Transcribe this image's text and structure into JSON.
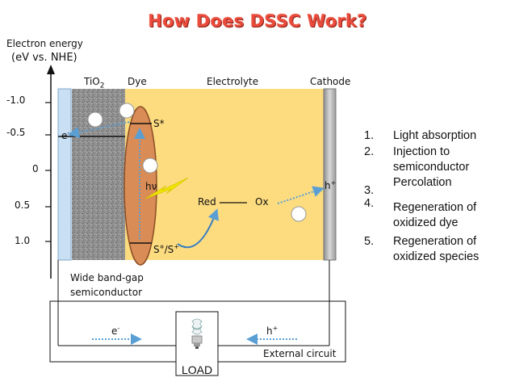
{
  "title": "How Does DSSC Work?",
  "axis": {
    "label_line1": "Electron energy",
    "label_line2": "(eV vs. NHE)",
    "ticks": [
      "-1.0",
      "-0.5",
      "0",
      "0.5",
      "1.0"
    ]
  },
  "columns": {
    "tio2_base": "TiO",
    "tio2_sub": "2",
    "dye": "Dye",
    "electrolyte": "Electrolyte",
    "cathode": "Cathode"
  },
  "labels": {
    "e_minus": "e",
    "e_sup": "-",
    "s_star": "S*",
    "hv": "hν",
    "ground_base": "S°/S",
    "ground_sup": "+",
    "red": "Red",
    "ox": "Ox",
    "h_plus": "h",
    "h_sup": "+",
    "semiconductor_line1": "Wide band-gap",
    "semiconductor_line2": "semiconductor",
    "circuit_e": "e",
    "circuit_e_sup": "-",
    "circuit_h": "h",
    "circuit_h_sup": "+",
    "external_circuit": "External circuit",
    "load": "LOAD"
  },
  "steps": [
    {
      "num": "1.",
      "lines": [
        "Light absorption"
      ]
    },
    {
      "num": "2.",
      "lines": [
        "Injection to",
        "semiconductor"
      ]
    },
    {
      "num": "3.",
      "lines": [
        "Percolation"
      ]
    },
    {
      "num": "4.",
      "lines": [
        "Regeneration of",
        "oxidized dye"
      ]
    },
    {
      "num": "5.",
      "lines": [
        "Regeneration of",
        "oxidized species"
      ]
    }
  ],
  "colors": {
    "title": "#e94b3c",
    "electrolyte": "#fddc80",
    "dye": "#d98c56",
    "tio2": "#8f8f8f",
    "electrode": "#c9dff3",
    "cathode": "#b5b5b5",
    "arrow": "#5a9fd4",
    "flash": "#f2e600"
  }
}
